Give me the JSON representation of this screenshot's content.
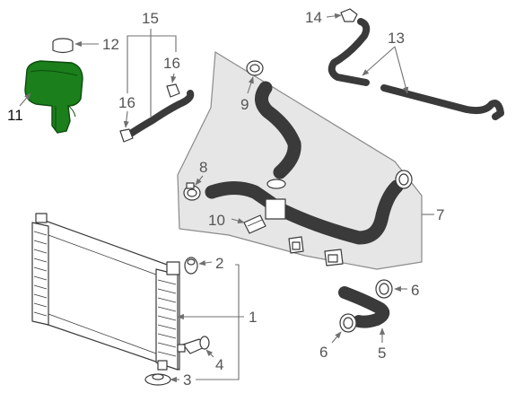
{
  "diagram": {
    "callouts": {
      "c1": "1",
      "c2": "2",
      "c3": "3",
      "c4": "4",
      "c5": "5",
      "c6a": "6",
      "c6b": "6",
      "c7": "7",
      "c8": "8",
      "c9": "9",
      "c10": "10",
      "c11": "11",
      "c12": "12",
      "c13": "13",
      "c14": "14",
      "c15": "15",
      "c16a": "16",
      "c16b": "16"
    },
    "colors": {
      "highlight": "#1b7f1b",
      "highlight_dark": "#0d4d0d",
      "panel_fill": "#e6e6e6",
      "panel_stroke": "#8a8a8a",
      "line": "#3a3a3a",
      "leader": "#707070",
      "text": "#555555"
    }
  }
}
